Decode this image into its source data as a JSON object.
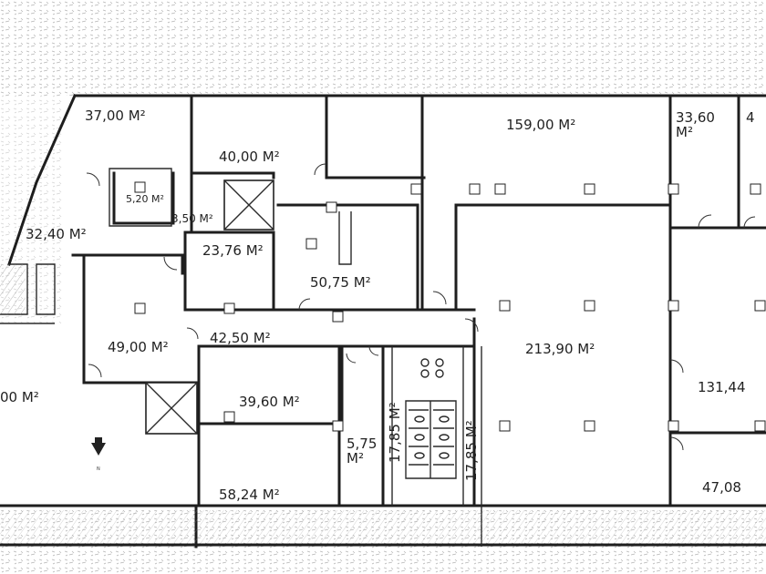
{
  "floor_plan": {
    "rooms": [
      {
        "id": "r37",
        "area": "37,00 M²"
      },
      {
        "id": "r40",
        "area": "40,00 M²"
      },
      {
        "id": "r159",
        "area": "159,00 M²"
      },
      {
        "id": "r3360",
        "area": "33,60\nM²"
      },
      {
        "id": "r4",
        "area": "4"
      },
      {
        "id": "r520",
        "area": "5,20 M²"
      },
      {
        "id": "r350",
        "area": "3,50 M²"
      },
      {
        "id": "r3240",
        "area": "32,40 M²"
      },
      {
        "id": "r2376",
        "area": "23,76 M²"
      },
      {
        "id": "r5075",
        "area": "50,75 M²"
      },
      {
        "id": "r4900",
        "area": "49,00 M²"
      },
      {
        "id": "r4250",
        "area": "42,50 M²"
      },
      {
        "id": "r21390",
        "area": "213,90 M²"
      },
      {
        "id": "r13144",
        "area": "131,44"
      },
      {
        "id": "rleft",
        "area": "00 M²"
      },
      {
        "id": "r3960",
        "area": "39,60 M²"
      },
      {
        "id": "r575",
        "area": "5,75\nM²"
      },
      {
        "id": "r1785a",
        "area": "17,85 M²"
      },
      {
        "id": "r1785b",
        "area": "17,85 M²"
      },
      {
        "id": "r5824",
        "area": "58,24 M²"
      },
      {
        "id": "r4708",
        "area": "47,08"
      }
    ],
    "north_label": "N"
  }
}
